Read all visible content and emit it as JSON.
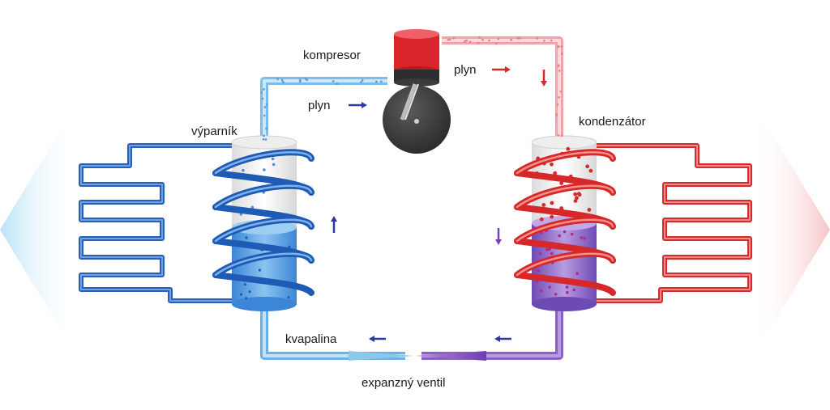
{
  "labels": {
    "compressor": "kompresor",
    "gas_left": "plyn",
    "gas_right": "plyn",
    "evaporator": "výparník",
    "condenser": "kondenzátor",
    "liquid": "kvapalina",
    "expansion_valve": "expanzný ventil"
  },
  "colors": {
    "cold": "#2f66c4",
    "cold_light": "#8cc6ea",
    "hot": "#d9302c",
    "hot_light": "#f2aaa8",
    "mixed": "#7b4fb7",
    "compressor_body": "#3a3a3c",
    "arrow_cold": "#2b3aa0",
    "arrow_hot": "#d32a2a"
  }
}
